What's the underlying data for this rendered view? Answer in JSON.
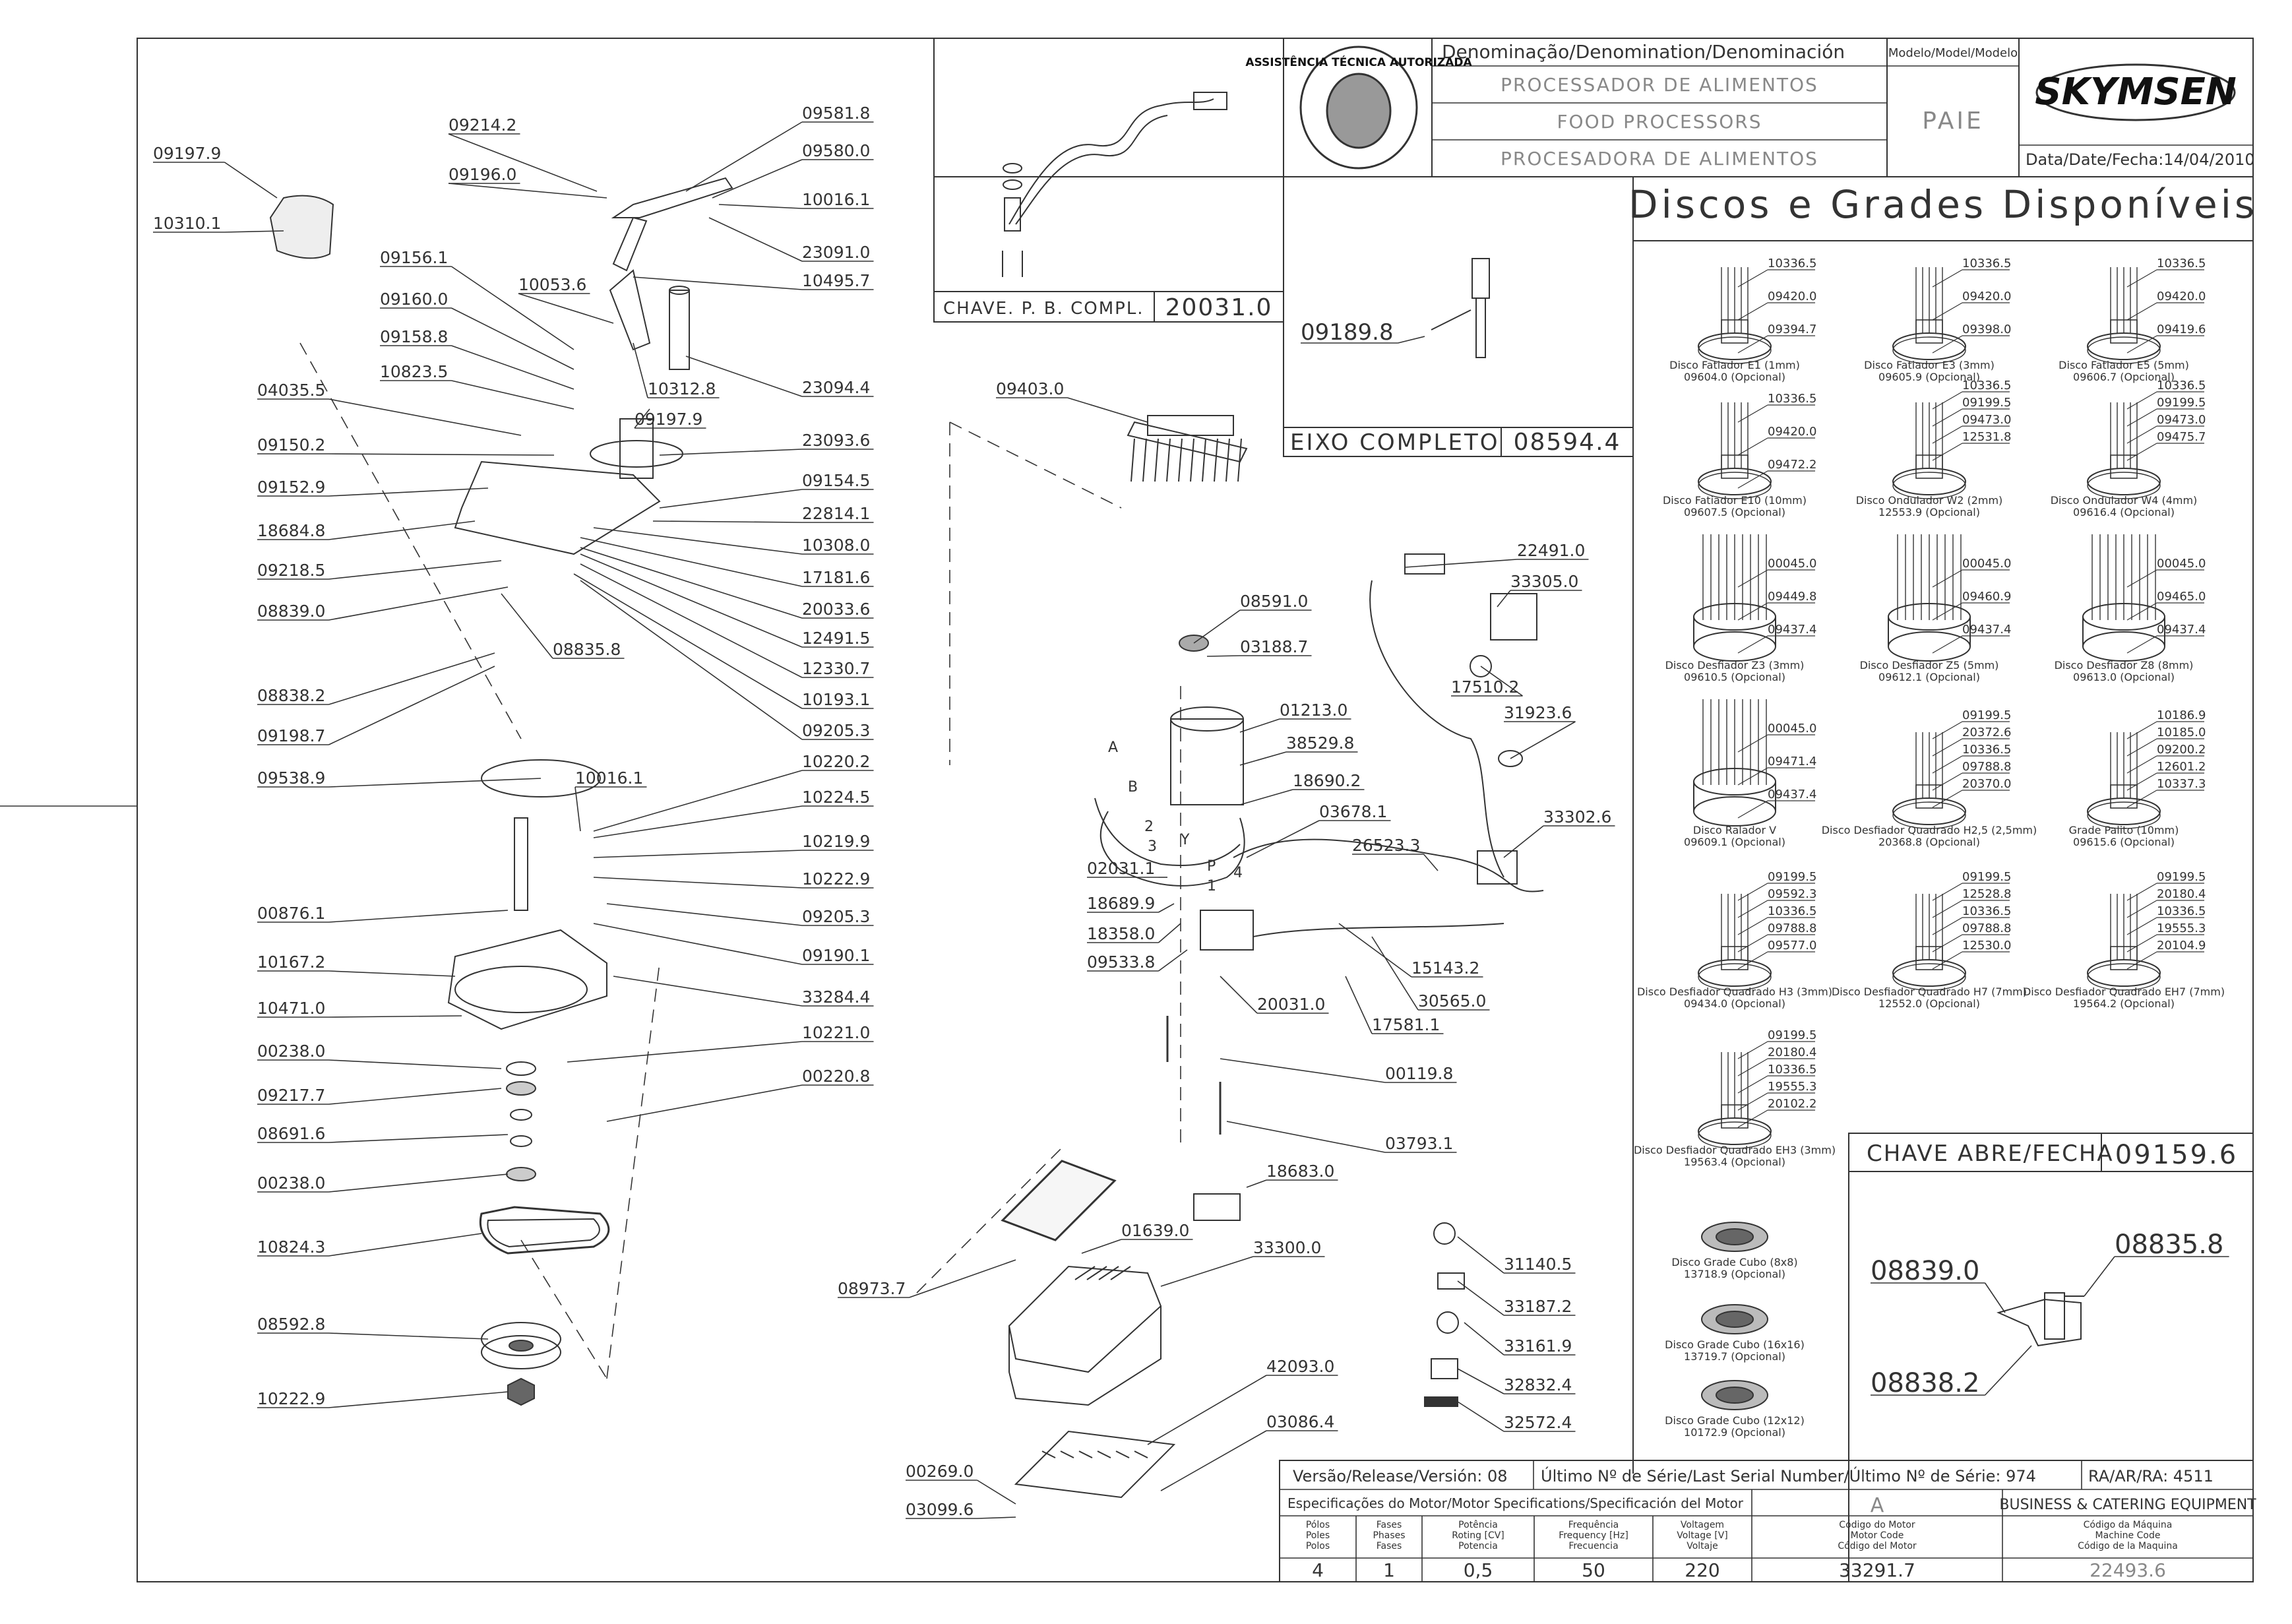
{
  "header": {
    "denomination_label": "Denominação/Denomination/Denominación",
    "names": [
      "PROCESSADOR DE ALIMENTOS",
      "FOOD PROCESSORS",
      "PROCESADORA DE ALIMENTOS"
    ],
    "model_label": "Modelo/Model/Modelo",
    "model_value": "PAIE",
    "brand": "SKYMSEN",
    "date_label": "Data/Date/Fecha:",
    "date_value": "14/04/2010",
    "seal_text": "ASSISTÊNCIA TÉCNICA AUTORIZADA"
  },
  "discs": {
    "title": "Discos e Grades Disponíveis",
    "items": [
      {
        "name": "Disco Fatiador E1 (1mm)",
        "code": "09604.0 (Opcional)",
        "parts": [
          "10336.5",
          "09420.0",
          "09394.7"
        ]
      },
      {
        "name": "Disco Fatiador E3 (3mm)",
        "code": "09605.9 (Opcional)",
        "parts": [
          "10336.5",
          "09420.0",
          "09398.0"
        ]
      },
      {
        "name": "Disco Fatiador E5 (5mm)",
        "code": "09606.7 (Opcional)",
        "parts": [
          "10336.5",
          "09420.0",
          "09419.6"
        ]
      },
      {
        "name": "Disco Fatiador E10 (10mm)",
        "code": "09607.5 (Opcional)",
        "parts": [
          "10336.5",
          "09420.0",
          "09472.2"
        ]
      },
      {
        "name": "Disco Ondulador W2 (2mm)",
        "code": "12553.9 (Opcional)",
        "parts": [
          "10336.5",
          "09199.5",
          "09473.0",
          "12531.8"
        ]
      },
      {
        "name": "Disco Ondulador W4 (4mm)",
        "code": "09616.4 (Opcional)",
        "parts": [
          "10336.5",
          "09199.5",
          "09473.0",
          "09475.7"
        ]
      },
      {
        "name": "Disco Desfiador Z3 (3mm)",
        "code": "09610.5 (Opcional)",
        "parts": [
          "00045.0",
          "09449.8",
          "09437.4"
        ]
      },
      {
        "name": "Disco Desfiador Z5 (5mm)",
        "code": "09612.1 (Opcional)",
        "parts": [
          "00045.0",
          "09460.9",
          "09437.4"
        ]
      },
      {
        "name": "Disco Desfiador Z8 (8mm)",
        "code": "09613.0 (Opcional)",
        "parts": [
          "00045.0",
          "09465.0",
          "09437.4"
        ]
      },
      {
        "name": "Disco Ralador V",
        "code": "09609.1 (Opcional)",
        "parts": [
          "00045.0",
          "09471.4",
          "09437.4"
        ]
      },
      {
        "name": "Disco Desfiador Quadrado H2,5 (2,5mm)",
        "code": "20368.8 (Opcional)",
        "parts": [
          "09199.5",
          "20372.6",
          "10336.5",
          "09788.8",
          "20370.0"
        ]
      },
      {
        "name": "Grade Palito (10mm)",
        "code": "09615.6 (Opcional)",
        "parts": [
          "10186.9",
          "10185.0",
          "09200.2",
          "12601.2",
          "10337.3"
        ]
      },
      {
        "name": "Disco Desfiador Quadrado H3 (3mm)",
        "code": "09434.0 (Opcional)",
        "parts": [
          "09199.5",
          "09592.3",
          "10336.5",
          "09788.8",
          "09577.0"
        ]
      },
      {
        "name": "Disco Desfiador Quadrado H7 (7mm)",
        "code": "12552.0 (Opcional)",
        "parts": [
          "09199.5",
          "12528.8",
          "10336.5",
          "09788.8",
          "12530.0"
        ]
      },
      {
        "name": "Disco Desfiador Quadrado EH7 (7mm)",
        "code": "19564.2 (Opcional)",
        "parts": [
          "09199.5",
          "20180.4",
          "10336.5",
          "19555.3",
          "20104.9"
        ]
      },
      {
        "name": "Disco Desfiador Quadrado EH3 (3mm)",
        "code": "19563.4 (Opcional)",
        "parts": [
          "09199.5",
          "20180.4",
          "10336.5",
          "19555.3",
          "20102.2"
        ]
      },
      {
        "name": "Disco Grade Cubo (8x8)",
        "code": "13718.9 (Opcional)",
        "parts": []
      },
      {
        "name": "Disco Grade Cubo (16x16)",
        "code": "13719.7 (Opcional)",
        "parts": []
      },
      {
        "name": "Disco Grade Cubo (12x12)",
        "code": "10172.9 (Opcional)",
        "parts": []
      }
    ]
  },
  "boxes": {
    "chave_pb": {
      "label": "CHAVE. P. B. COMPL.",
      "code": "20031.0"
    },
    "eixo": {
      "label": "EIXO COMPLETO",
      "code": "08594.4",
      "part": "09189.8"
    },
    "chave_abre": {
      "label": "CHAVE ABRE/FECHA",
      "code": "09159.6",
      "parts": [
        "08839.0",
        "08835.8",
        "08838.2"
      ]
    }
  },
  "left_parts": [
    "09197.9",
    "10310.1",
    "09214.2",
    "09196.0",
    "09581.8",
    "09580.0",
    "10016.1",
    "23091.0",
    "10495.7",
    "09156.1",
    "10053.6",
    "09160.0",
    "09158.8",
    "10823.5",
    "10312.8",
    "09197.9",
    "23094.4",
    "04035.5",
    "09150.2",
    "23093.6",
    "09152.9",
    "09154.5",
    "22814.1",
    "18684.8",
    "10308.0",
    "09218.5",
    "17181.6",
    "08839.0",
    "20033.6",
    "08835.8",
    "12491.5",
    "12330.7",
    "08838.2",
    "10193.1",
    "09198.7",
    "09205.3",
    "10220.2",
    "09538.9",
    "10016.1",
    "10224.5",
    "10219.9",
    "10222.9",
    "00876.1",
    "09205.3",
    "10167.2",
    "09190.1",
    "33284.4",
    "10471.0",
    "10221.0",
    "00238.0",
    "00220.8",
    "09217.7",
    "08691.6",
    "00238.0",
    "10824.3",
    "08592.8",
    "10222.9"
  ],
  "middle_parts": [
    "09403.0",
    "22491.0",
    "33305.0",
    "08591.0",
    "03188.7",
    "17510.2",
    "31923.6",
    "01213.0",
    "38529.8",
    "18690.2",
    "03678.1",
    "33302.6",
    "26523.3",
    "02031.1",
    "18689.9",
    "18358.0",
    "09533.8",
    "15143.2",
    "30565.0",
    "20031.0",
    "17581.1",
    "00119.8",
    "03793.1",
    "18683.0",
    "01639.0",
    "33300.0",
    "08973.7",
    "31140.5",
    "33187.2",
    "33161.9",
    "32832.4",
    "32572.4",
    "42093.0",
    "03086.4",
    "00269.0",
    "03099.6"
  ],
  "motor_letters": [
    "A",
    "B",
    "2",
    "3",
    "Y",
    "P",
    "1",
    "4"
  ],
  "footer": {
    "version_label": "Versão/Release/Versión:",
    "version_value": "08",
    "serial_label": "Último Nº de Série/Last Serial Number/Último Nº de Série:",
    "serial_value": "974",
    "ra_label": "RA/AR/RA:",
    "ra_value": "4511",
    "motor_spec_label": "Especificações do Motor/Motor Specifications/Specificación del Motor",
    "motor_rev": "A",
    "business": "BUSINESS & CATERING EQUIPMENT",
    "columns": [
      {
        "label": "Pólos\nPoles\nPolos",
        "value": "4"
      },
      {
        "label": "Fases\nPhases\nFases",
        "value": "1"
      },
      {
        "label": "Potência\nRoting [CV]\nPotencia",
        "value": "0,5"
      },
      {
        "label": "Frequência\nFrequency [Hz]\nFrecuencia",
        "value": "50"
      },
      {
        "label": "Voltagem\nVoltage [V]\nVoltaje",
        "value": "220"
      },
      {
        "label": "Código do Motor\nMotor Code\nCódigo del Motor",
        "value": "33291.7"
      },
      {
        "label": "Código da Máquina\nMachine Code\nCódigo de la Maquina",
        "value": "22493.6"
      }
    ]
  }
}
